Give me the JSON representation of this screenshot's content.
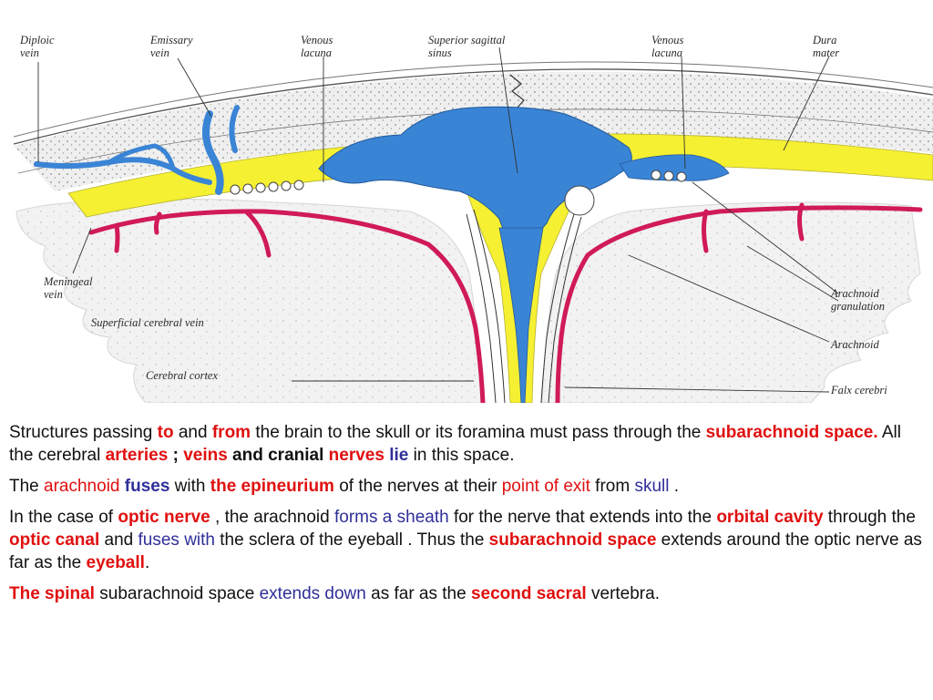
{
  "diagram": {
    "labels": {
      "diploic_vein": [
        "Diploic",
        "vein"
      ],
      "emissary_vein": [
        "Emissary",
        "vein"
      ],
      "venous_lacuna_left": [
        "Venous",
        "lacuna"
      ],
      "superior_sagittal_sinus": [
        "Superior sagittal",
        "sinus"
      ],
      "venous_lacuna_right": [
        "Venous",
        "lacuna"
      ],
      "dura_mater": [
        "Dura",
        "mater"
      ],
      "meningeal_vein": [
        "Meningeal",
        "vein"
      ],
      "superficial_cerebral_vein": "Superficial cerebral vein",
      "cerebral_cortex": "Cerebral cortex",
      "arachnoid_granulation": [
        "Arachnoid",
        "granulation"
      ],
      "arachnoid": "Arachnoid",
      "falx_cerebri": "Falx cerebri"
    },
    "colors": {
      "vein_blue": "#3a84d6",
      "dura_yellow": "#f5f032",
      "artery_red": "#d01a5a",
      "bone_gray": "#ececec",
      "cortex_gray": "#f2f2f2"
    }
  },
  "paragraphs": [
    {
      "runs": [
        {
          "t": "Structures passing "
        },
        {
          "t": "to",
          "c": "red",
          "b": true
        },
        {
          "t": " and "
        },
        {
          "t": "from",
          "c": "red",
          "b": true
        },
        {
          "t": " the brain to the skull or its foramina must pass through the "
        },
        {
          "t": "subarachnoid space.",
          "c": "red",
          "b": true
        },
        {
          "t": " All the cerebral "
        },
        {
          "t": "arteries",
          "c": "red",
          "b": true
        },
        {
          "t": " ; ",
          "b": true
        },
        {
          "t": "veins",
          "c": "red",
          "b": true
        },
        {
          "t": " and cranial ",
          "b": true
        },
        {
          "t": "nerves",
          "c": "red",
          "b": true
        },
        {
          "t": " "
        },
        {
          "t": "lie",
          "c": "blue",
          "b": true
        },
        {
          "t": " in this space."
        }
      ]
    },
    {
      "runs": [
        {
          "t": "The "
        },
        {
          "t": "arachnoid",
          "c": "red"
        },
        {
          "t": " "
        },
        {
          "t": "fuses",
          "c": "blue",
          "b": true
        },
        {
          "t": " with "
        },
        {
          "t": "the epineurium",
          "c": "red",
          "b": true
        },
        {
          "t": " of the nerves at their "
        },
        {
          "t": "point of exit",
          "c": "red"
        },
        {
          "t": " from "
        },
        {
          "t": "skull",
          "c": "blue"
        },
        {
          "t": " ."
        }
      ]
    },
    {
      "runs": [
        {
          "t": "In the case of "
        },
        {
          "t": "optic nerve",
          "c": "red",
          "b": true
        },
        {
          "t": " , the arachnoid "
        },
        {
          "t": "forms a sheath",
          "c": "blue"
        },
        {
          "t": " for  the nerve that extends into the "
        },
        {
          "t": "orbital cavity",
          "c": "red",
          "b": true
        },
        {
          "t": " through the "
        },
        {
          "t": "optic canal",
          "c": "red",
          "b": true
        },
        {
          "t": " and "
        },
        {
          "t": "fuses with",
          "c": "blue"
        },
        {
          "t": " the sclera of the eyeball . Thus the "
        },
        {
          "t": "subarachnoid space",
          "c": "red",
          "b": true
        },
        {
          "t": " extends around the optic nerve as far as the "
        },
        {
          "t": "eyeball",
          "c": "red",
          "b": true
        },
        {
          "t": "."
        }
      ]
    },
    {
      "runs": [
        {
          "t": "The spinal",
          "c": "red",
          "b": true
        },
        {
          "t": " subarachnoid space "
        },
        {
          "t": "extends down",
          "c": "blue"
        },
        {
          "t": " as far as the "
        },
        {
          "t": "second sacral",
          "c": "red",
          "b": true
        },
        {
          "t": " vertebra."
        }
      ]
    }
  ]
}
